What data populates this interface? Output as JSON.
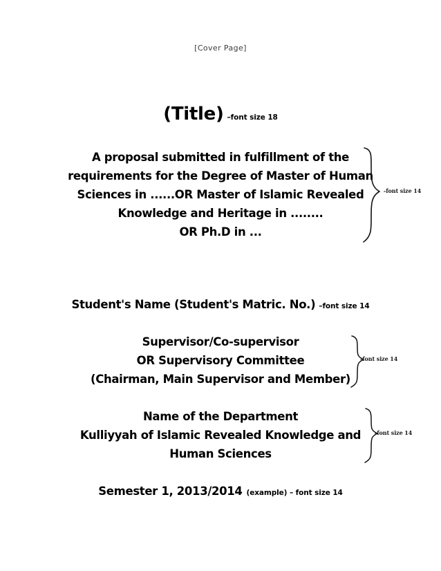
{
  "document": {
    "header_tag": "[Cover Page]",
    "title": {
      "text": "(Title)",
      "note": "–font size 18"
    },
    "proposal_block": {
      "lines": [
        "A proposal submitted in fulfillment of the",
        "requirements for the Degree of Master of Human",
        "Sciences in ......OR Master of Islamic Revealed",
        "Knowledge and Heritage in ........",
        "OR Ph.D in ..."
      ],
      "annotation": "-font size 14"
    },
    "student": {
      "text": "Student's Name (Student's Matric. No.)",
      "note": "–font size 14"
    },
    "supervisor_block": {
      "lines": [
        "Supervisor/Co-supervisor",
        "OR Supervisory Committee",
        "(Chairman, Main Supervisor and Member)"
      ],
      "annotation": "-font size 14"
    },
    "department_block": {
      "lines": [
        "Name of the Department",
        "Kulliyyah of Islamic Revealed Knowledge and",
        "Human Sciences"
      ],
      "annotation": "-font size 14"
    },
    "semester": {
      "text": "Semester 1, 2013/2014",
      "note": "(example) – font size 14"
    },
    "colors": {
      "page_background": "#ffffff",
      "text": "#000000",
      "header_tag": "#3b3b3b",
      "brace_stroke": "#111111"
    }
  }
}
